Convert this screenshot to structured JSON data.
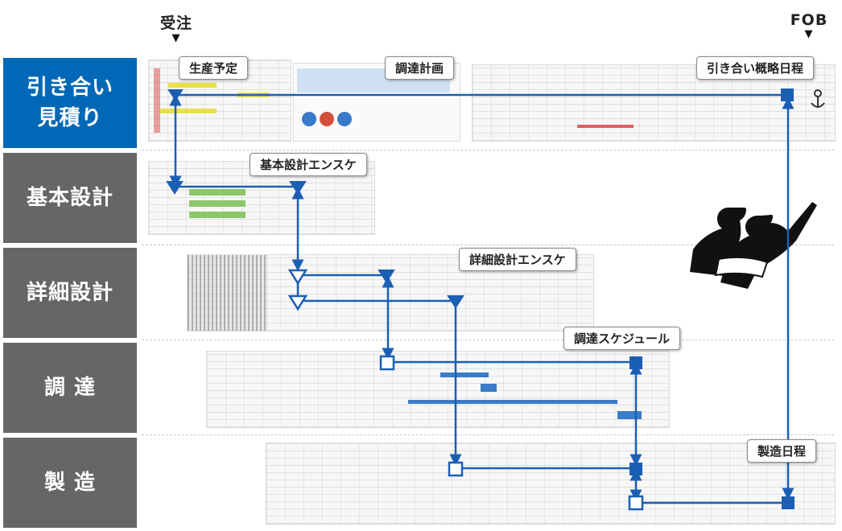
{
  "milestones": {
    "order": "受注",
    "fob": "FOB"
  },
  "rows": [
    {
      "label": "引き合い\n見積り",
      "state": "active"
    },
    {
      "label": "基本設計",
      "state": "inactive"
    },
    {
      "label": "詳細設計",
      "state": "inactive"
    },
    {
      "label": "調 達",
      "state": "inactive"
    },
    {
      "label": "製 造",
      "state": "inactive"
    }
  ],
  "callouts": {
    "production_plan": "生産予定",
    "procurement_plan": "調達計画",
    "inquiry_schedule": "引き合い概略日程",
    "basic_design": "基本設計エンスケ",
    "detail_design": "詳細設計エンスケ",
    "procurement_schedule": "調達スケジュール",
    "manufacturing_schedule": "製造日程"
  },
  "icons": {
    "milestone_marker": "triangle-down-icon",
    "anchor": "anchor-icon",
    "people": "engineers-silhouette-icon"
  },
  "colors": {
    "accent_blue": "#0068b6",
    "connector_blue": "#1a5fb4",
    "row_gray": "#666666",
    "row_active": "#0068b6"
  }
}
